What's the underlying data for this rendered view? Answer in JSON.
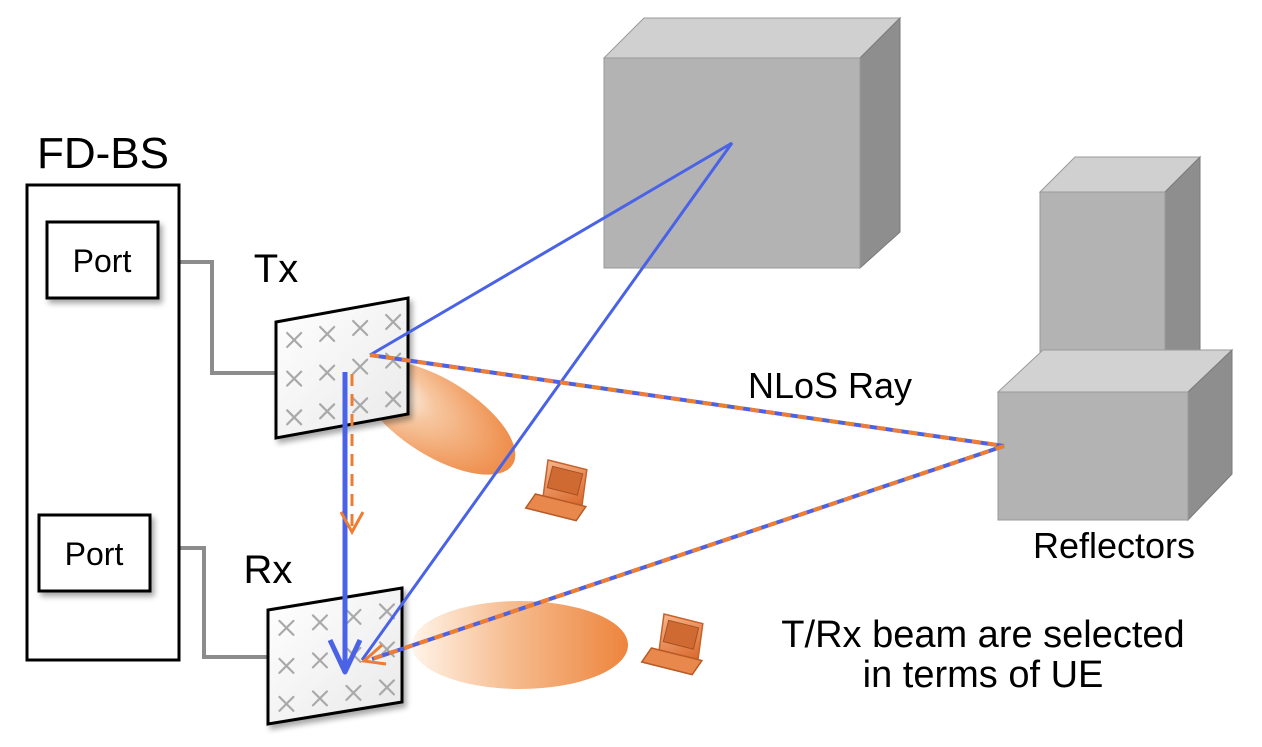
{
  "labels": {
    "fd_bs": "FD-BS",
    "port_top": "Port",
    "port_bottom": "Port",
    "tx": "Tx",
    "rx": "Rx",
    "nlos_ray": "NLoS Ray",
    "reflectors": "Reflectors",
    "caption_line1": "T/Rx beam are selected",
    "caption_line2": "in terms of UE"
  },
  "colors": {
    "los_ray": "#4a63e6",
    "beam_orange": "#ee7d31",
    "wire": "#8c8c8c",
    "building_front": "#b0b0b0",
    "building_top": "#cfcfcf",
    "building_side": "#8f8f8f"
  },
  "icons": {
    "ue_device": "laptop-icon",
    "antenna_element": "cross-element-icon"
  }
}
